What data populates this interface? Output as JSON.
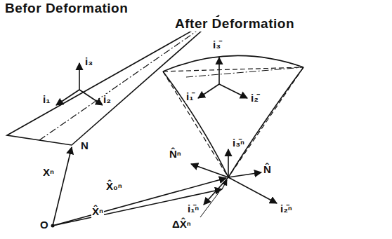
{
  "diagram": {
    "labels": [
      "Befor Deformation",
      "After Deformation",
      "i₃",
      "i₁",
      "i₂",
      "N",
      "Xⁿ",
      "O",
      "X̂₀ⁿ",
      "X̂ⁿ",
      "ΔX̂ⁿ",
      "N̂ⁿ",
      "N̂",
      "i₃̄",
      "i₁̄",
      "i₂̄",
      "i₃̄ⁿ",
      "i₂̄ⁿ",
      "i₁̄ⁿ"
    ]
  }
}
